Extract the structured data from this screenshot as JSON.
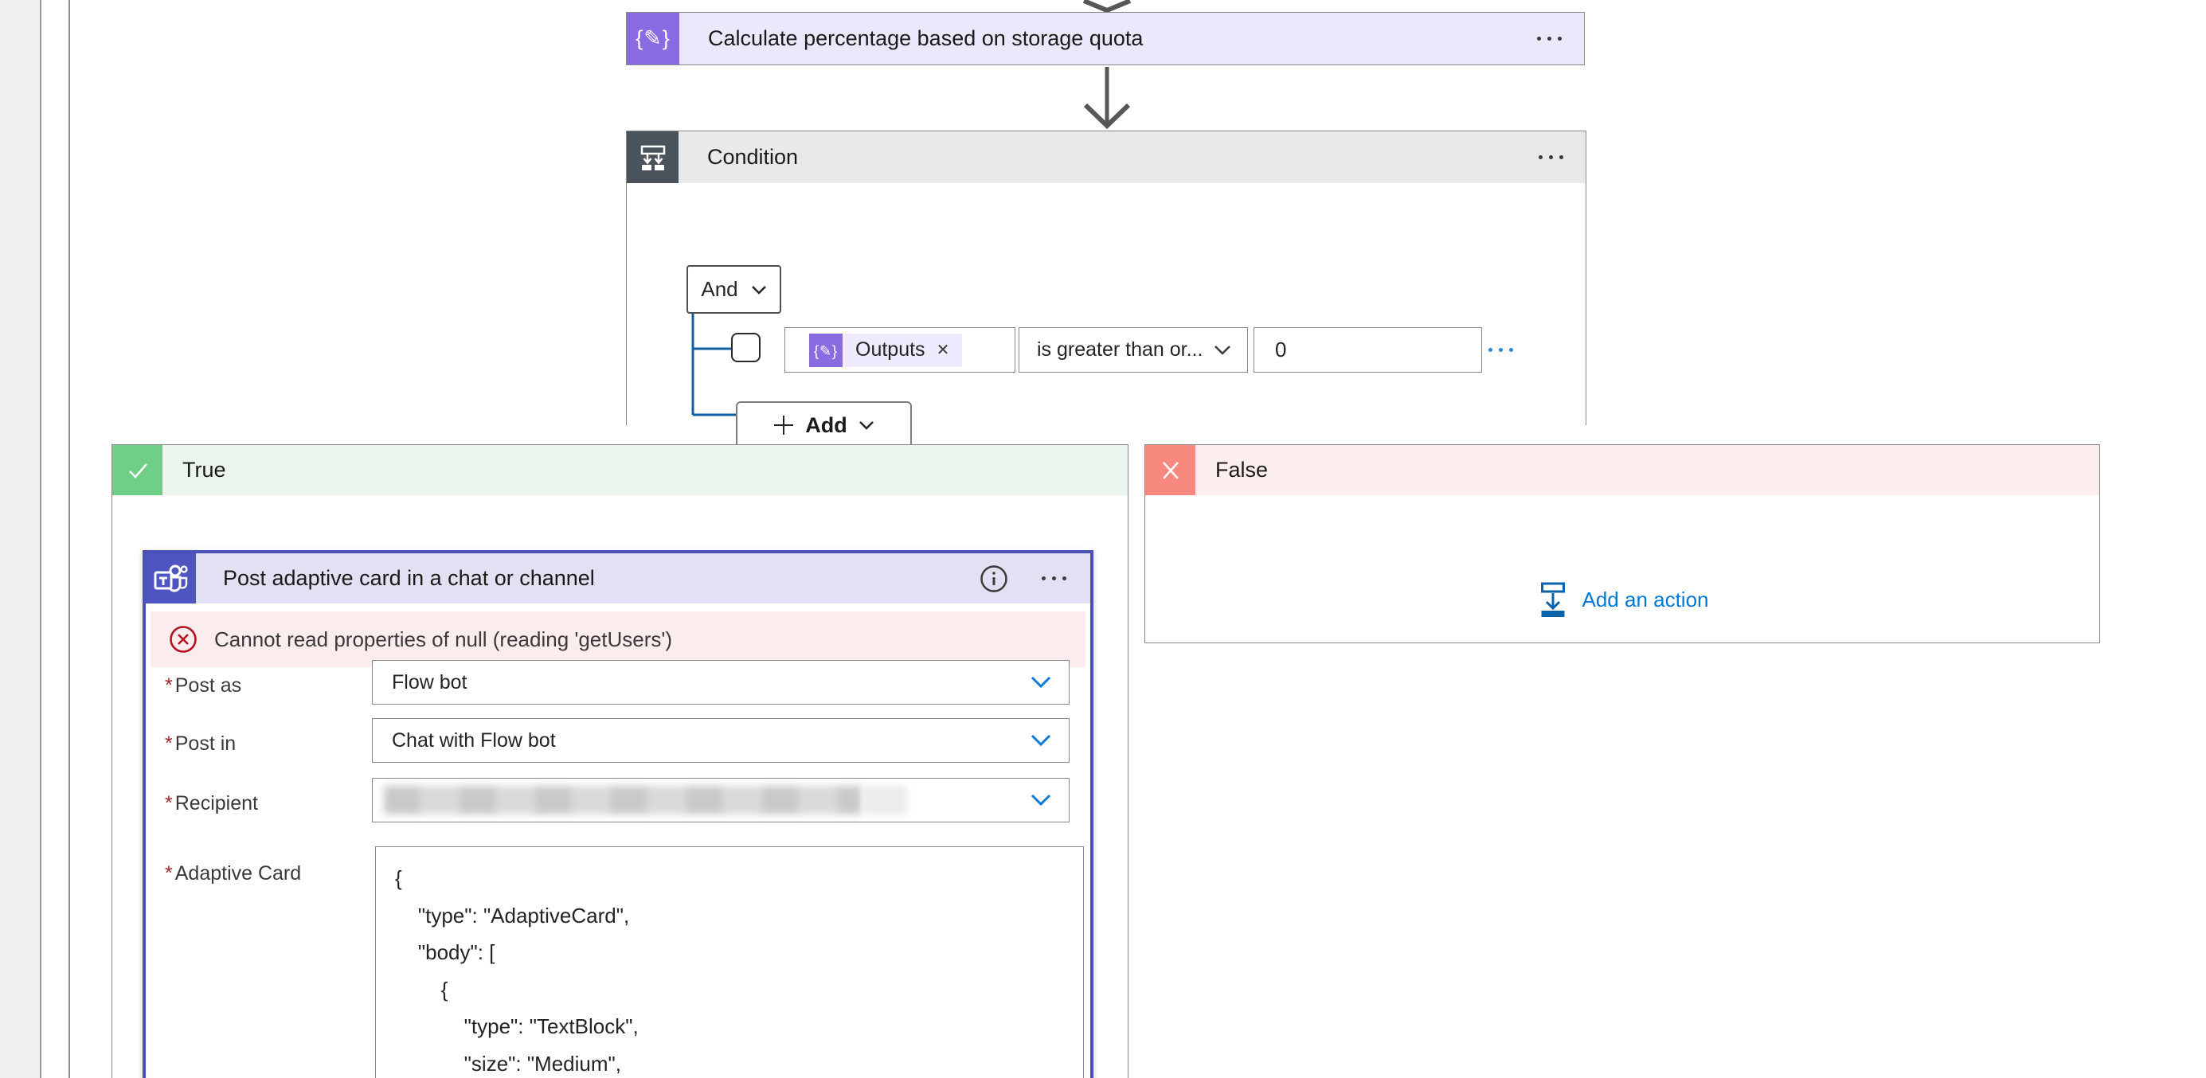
{
  "compose": {
    "title": "Calculate percentage based on storage quota"
  },
  "condition": {
    "title": "Condition",
    "and_label": "And",
    "row": {
      "token_label": "Outputs",
      "operator": "is greater than or...",
      "value": "0"
    },
    "add_label": "Add"
  },
  "branches": {
    "true_label": "True",
    "false_label": "False",
    "add_action_label": "Add an action"
  },
  "teams": {
    "title": "Post adaptive card in a chat or channel",
    "error": "Cannot read properties of null (reading 'getUsers')",
    "required_marker": "*",
    "post_as": {
      "label": "Post as",
      "value": "Flow bot"
    },
    "post_in": {
      "label": "Post in",
      "value": "Chat with Flow bot"
    },
    "recipient": {
      "label": "Recipient",
      "value": ""
    },
    "adaptive_card": {
      "label": "Adaptive Card",
      "value": "{\n    \"type\": \"AdaptiveCard\",\n    \"body\": [\n        {\n            \"type\": \"TextBlock\",\n            \"size\": \"Medium\","
    }
  },
  "colors": {
    "accent_blue": "#0078d4",
    "compose_purple": "#8a6be2",
    "teams_brand": "#4e55c1",
    "teams_selection_border": "#4a52b9",
    "condition_icon": "#4a535c",
    "true_green": "#6fcf87",
    "false_red": "#f7897f",
    "error_red": "#b6121f",
    "connector_blue": "#115ea3",
    "card_border_gray": "#8a8886"
  }
}
